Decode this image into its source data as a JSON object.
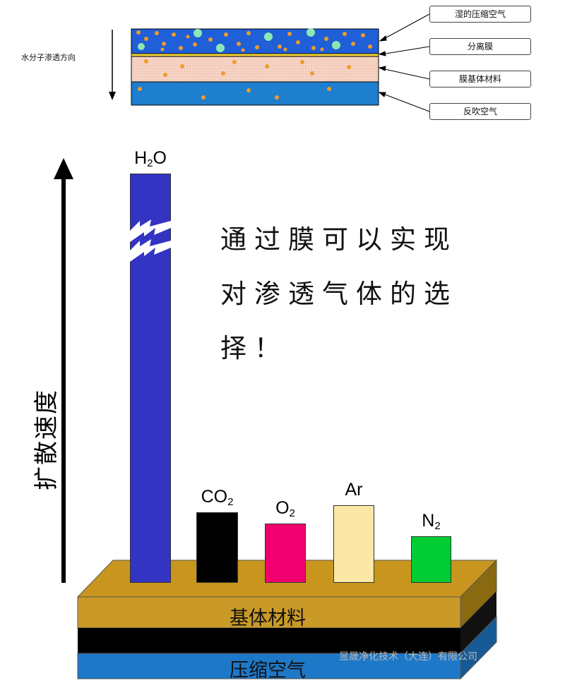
{
  "top_diagram": {
    "direction_label": "水分子渗透方向",
    "callouts": [
      "湿的压缩空气",
      "分离膜",
      "膜基体材料",
      "反吹空气"
    ]
  },
  "main_text": {
    "line1": "通过膜可以实现",
    "line2": "对渗透气体的选",
    "line3": "择！"
  },
  "y_axis_label": "扩散速度",
  "gases": [
    {
      "base": "H",
      "sub": "2",
      "tail": "O",
      "color": "#3333c4",
      "level": 1.0,
      "broken": true
    },
    {
      "base": "CO",
      "sub": "2",
      "tail": "",
      "color": "#000000",
      "level": 0.5
    },
    {
      "base": "O",
      "sub": "2",
      "tail": "",
      "color": "#f0006e",
      "level": 0.42
    },
    {
      "base": "Ar",
      "sub": "",
      "tail": "",
      "color": "#fbe7a6",
      "level": 0.55
    },
    {
      "base": "N",
      "sub": "2",
      "tail": "",
      "color": "#00cc33",
      "level": 0.33
    }
  ],
  "base_layers": {
    "substrate": "基体材料",
    "compressed_air": "压缩空气"
  },
  "colors": {
    "substrate_gold": "#c89a2a",
    "membrane_black": "#000000",
    "air_blue": "#1e78c8"
  },
  "watermark": "昱晟净化技术（大连）有限公司"
}
